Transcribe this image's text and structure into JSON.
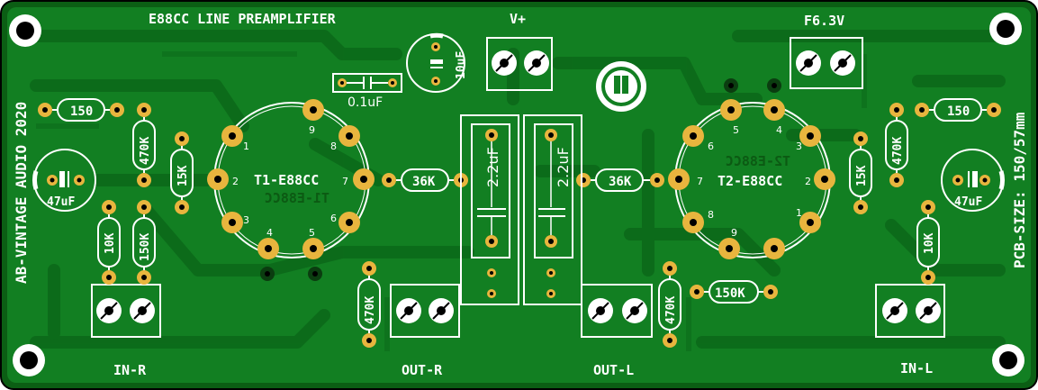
{
  "board": {
    "title": "E88CC LINE PREAMPLIFIER",
    "side_text_left": "AB-VINTAGE AUDIO 2020",
    "side_text_right": "PCB-SIZE: 150/57mm",
    "colors": {
      "board": "#0f7a1e",
      "copper": "#0a6a18",
      "background": "#0b5e14",
      "pad": "#e8b53e",
      "silk": "#ffffff"
    }
  },
  "connectors": {
    "vplus": "V+",
    "f63v": "F6.3V",
    "in_r": "IN-R",
    "out_r": "OUT-R",
    "out_l": "OUT-L",
    "in_l": "IN-L"
  },
  "tubes": {
    "t1_label": "T1-E88CC",
    "t1_mirror": "T1-E88CC",
    "t2_label": "T2-E88CC",
    "t2_mirror": "T2-E88CC",
    "pins": [
      "1",
      "2",
      "3",
      "4",
      "5",
      "6",
      "7",
      "8",
      "9"
    ]
  },
  "components": {
    "r150_left": "150",
    "r470k_left": "470K",
    "r15k_left": "15K",
    "r10k_left": "10K",
    "r150k_left": "150K",
    "r36k_left": "36K",
    "r470k_out_r": "470K",
    "c47u_left": "47uF",
    "c01u": "0.1uF",
    "c10u": "10uF",
    "c22u_left": "2.2uF",
    "c22u_right": "2.2uF",
    "r36k_right": "36K",
    "r470k_out_l": "470K",
    "r150k_bottom": "150K",
    "r15k_right": "15K",
    "r470k_right": "470K",
    "r150_right": "150",
    "r10k_right": "10K",
    "c47u_right": "47uF"
  }
}
